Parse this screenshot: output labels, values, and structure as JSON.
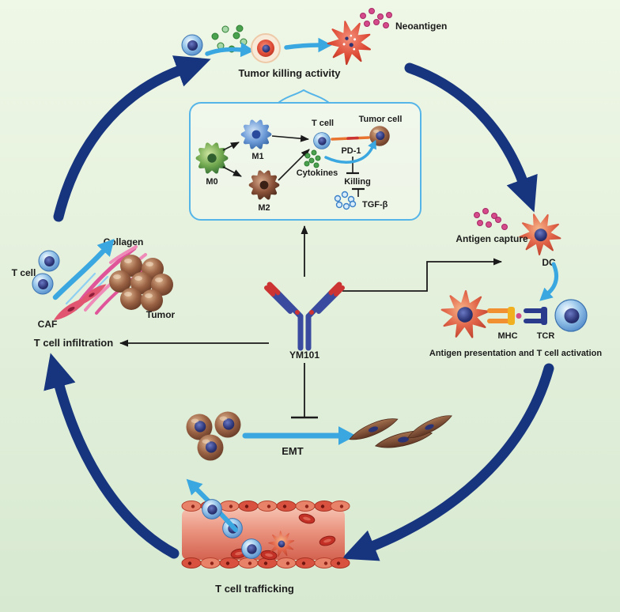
{
  "scenes": {
    "tumor_killing": {
      "title": "Tumor killing activity",
      "neoantigen": "Neoantigen"
    },
    "macrophage_box": {
      "t_cell": "T cell",
      "tumor_cell": "Tumor cell",
      "m0": "M0",
      "m1": "M1",
      "m2": "M2",
      "cytokines": "Cytokines",
      "pd1": "PD-1",
      "killing": "Killing",
      "tgf_beta": "TGF-β"
    },
    "antigen_capture": {
      "title": "Antigen capture",
      "dc": "DC"
    },
    "antigen_presentation": {
      "title": "Antigen presentation and T cell activation",
      "mhc": "MHC",
      "tcr": "TCR"
    },
    "infiltration": {
      "title": "T cell infiltration",
      "t_cell": "T cell",
      "caf": "CAF",
      "tumor": "Tumor",
      "collagen": "Collagen"
    },
    "center": {
      "antibody": "YM101"
    },
    "emt": {
      "title": "EMT"
    },
    "trafficking": {
      "title": "T cell trafficking"
    }
  },
  "colors": {
    "background_top": "#eff7e6",
    "background_bottom": "#d7e9d1",
    "cycle_arrow": "#17357e",
    "highlight_arrow": "#3aa7e0",
    "box_border": "#56b5e8",
    "cytokine_green": "#3f9e4f",
    "tgf_beta_blue": "#4a90d9",
    "antigen_pink": "#d44a8a",
    "pd1_orange": "#e87430",
    "mhc_orange": "#f09030",
    "tcr_navy": "#2a3b8e",
    "collagen_pink": "#e0559a"
  }
}
